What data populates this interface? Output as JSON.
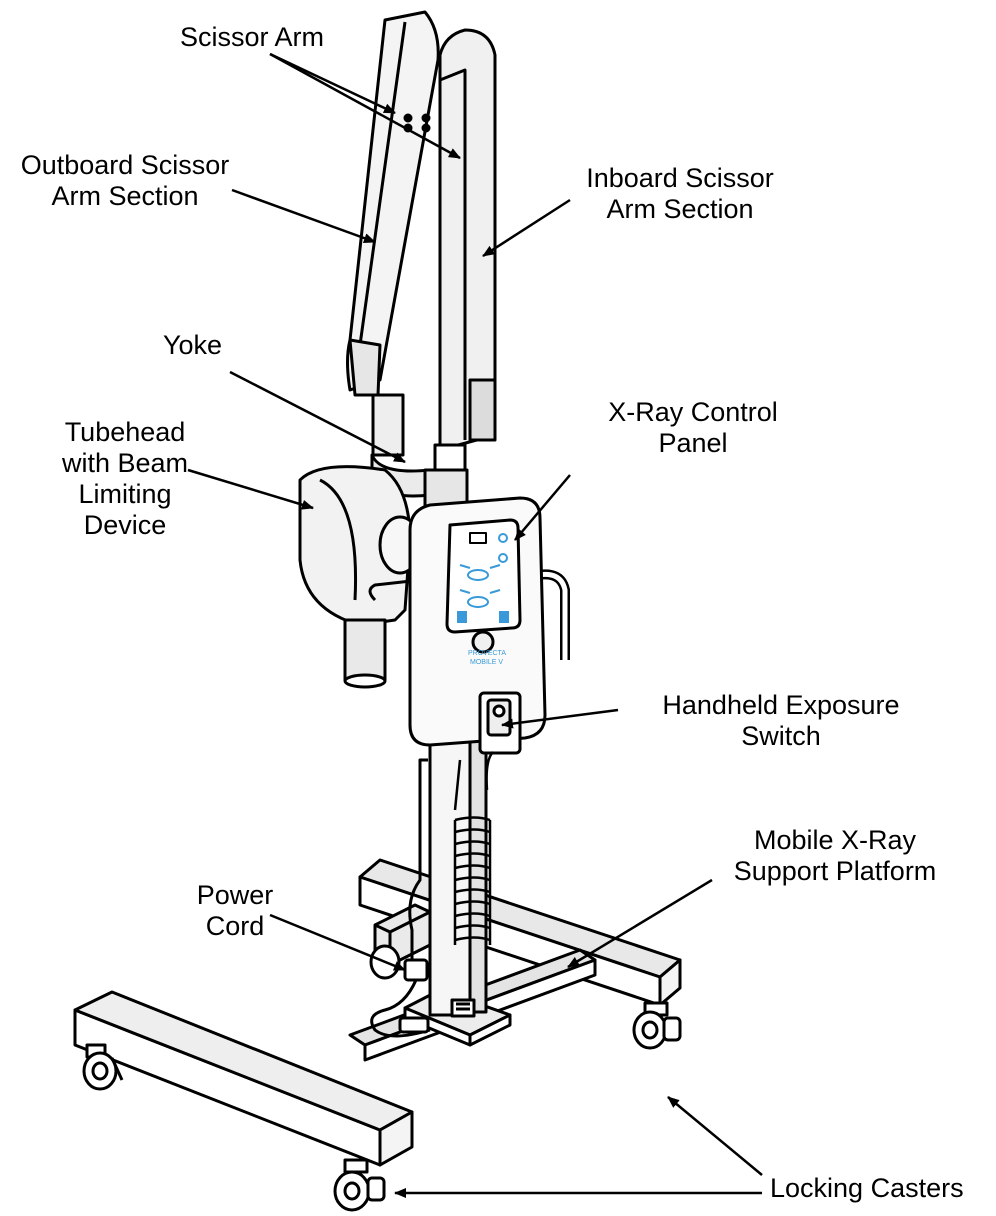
{
  "labels": {
    "scissor_arm": "Scissor Arm",
    "outboard": [
      "Outboard Scissor",
      "Arm Section"
    ],
    "inboard": [
      "Inboard Scissor",
      "Arm Section"
    ],
    "yoke": "Yoke",
    "tubehead": [
      "Tubehead",
      "with Beam",
      "Limiting",
      "Device"
    ],
    "control_panel": [
      "X-Ray Control",
      "Panel"
    ],
    "exposure_switch": [
      "Handheld Exposure",
      "Switch"
    ],
    "power_cord": [
      "Power",
      "Cord"
    ],
    "platform": [
      "Mobile X-Ray",
      "Support Platform"
    ],
    "casters": "Locking Casters"
  },
  "panel_text": {
    "brand": "PROVECTA",
    "model": "MOBILE V"
  },
  "colors": {
    "ink": "#000000",
    "paper": "#ffffff",
    "panel_accent": "#3a9ad9"
  }
}
